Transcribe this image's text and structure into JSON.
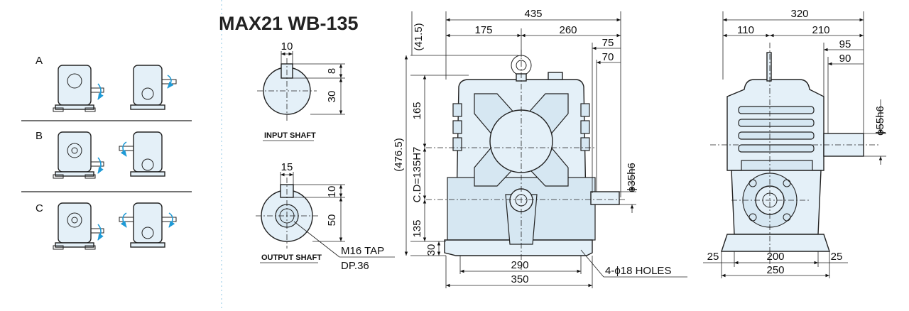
{
  "title": "MAX21 WB-135",
  "mounting": {
    "a": "A",
    "b": "B",
    "c": "C"
  },
  "input_shaft": {
    "caption": "INPUT SHAFT",
    "key_width": "10",
    "key_depth": "8",
    "radius": "30"
  },
  "output_shaft": {
    "caption": "OUTPUT SHAFT",
    "key_width": "15",
    "key_depth": "10",
    "radius": "50",
    "tap": "M16 TAP",
    "depth": "DP.36"
  },
  "front_view": {
    "overall_width": "435",
    "left_part": "175",
    "right_part": "260",
    "shaft_75": "75",
    "shaft_70": "70",
    "top_offset": "(41.5)",
    "total_height": "(476.5)",
    "upper": "165",
    "center_distance": "C.D=135H7",
    "center_height": "135",
    "base": "30",
    "shaft_dia": "ϕ35h6",
    "inner_base": "290",
    "outer_base": "350",
    "holes": "4-ϕ18 HOLES"
  },
  "side_view": {
    "overall_width": "320",
    "left_part": "110",
    "right_part": "210",
    "shaft_95": "95",
    "shaft_90": "90",
    "shaft_dia": "ϕ55h6",
    "edge_left": "25",
    "center": "200",
    "edge_right": "25",
    "base_width": "250"
  }
}
